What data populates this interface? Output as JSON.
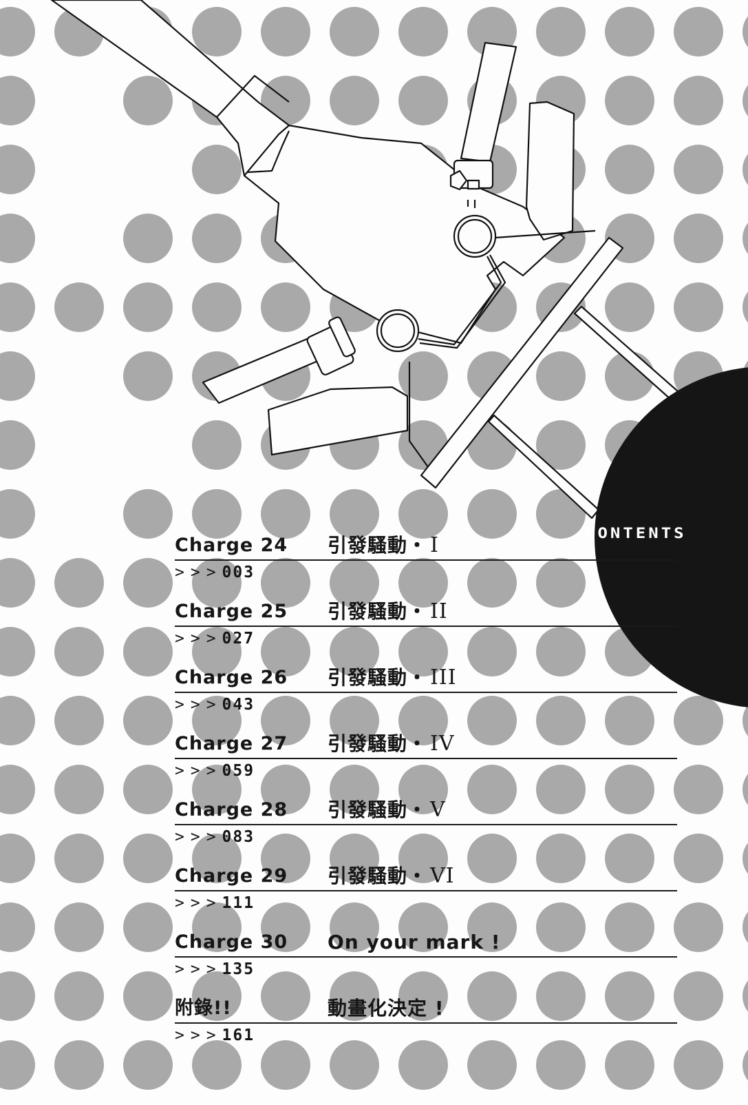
{
  "page": {
    "heading": "CONTENTS",
    "colors": {
      "background": "#fdfdfd",
      "dot": "#a9a9a9",
      "circle": "#151515",
      "ink": "#161616",
      "heading_text": "#ffffff"
    }
  },
  "toc": {
    "arrow_prefix": ">>>",
    "entries": [
      {
        "chapter": "Charge 24",
        "title": "引發騷動・",
        "numeral": "I",
        "page": "003"
      },
      {
        "chapter": "Charge 25",
        "title": "引發騷動・",
        "numeral": "II",
        "page": "027"
      },
      {
        "chapter": "Charge 26",
        "title": "引發騷動・",
        "numeral": "III",
        "page": "043"
      },
      {
        "chapter": "Charge 27",
        "title": "引發騷動・",
        "numeral": "IV",
        "page": "059"
      },
      {
        "chapter": "Charge 28",
        "title": "引發騷動・",
        "numeral": "V",
        "page": "083"
      },
      {
        "chapter": "Charge 29",
        "title": "引發騷動・",
        "numeral": "VI",
        "page": "111"
      },
      {
        "chapter": "Charge 30",
        "title": "On your mark !",
        "numeral": "",
        "page": "135"
      },
      {
        "chapter": "附錄!!",
        "title": "動畫化決定 !",
        "numeral": "",
        "page": "161"
      }
    ]
  },
  "illustration": {
    "subject": "robot-arm-line-art",
    "description": "mechanical arm outline with joints and rods"
  }
}
